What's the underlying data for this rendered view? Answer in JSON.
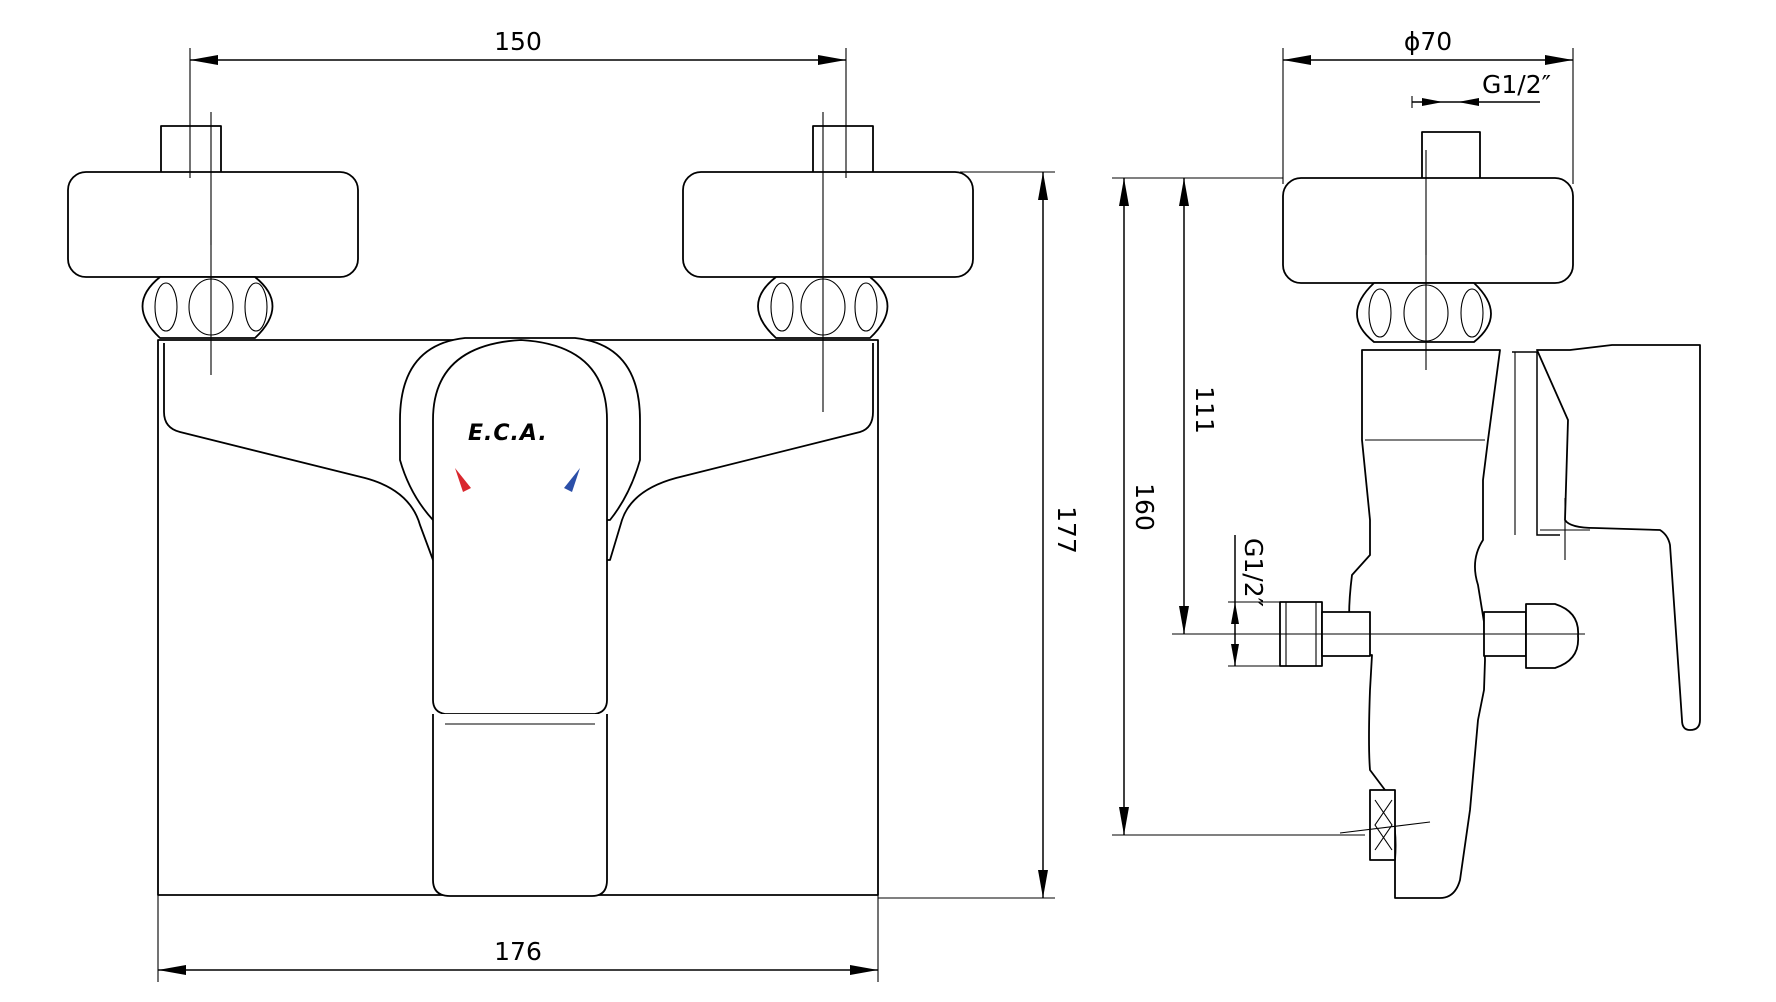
{
  "drawing": {
    "brand": "E.C.A.",
    "colors": {
      "hot": "#d9272e",
      "cold": "#2b4fa8",
      "line": "#000000"
    },
    "front_view": {
      "dims": {
        "inlet_spacing": "150",
        "body_width": "176",
        "overall_height": "177"
      }
    },
    "side_view": {
      "dims": {
        "rosette_diameter": "ϕ70",
        "thread_top": "G1/2″",
        "thread_outlet": "G1/2″",
        "height_to_outlet": "111",
        "overall_height": "160"
      }
    }
  }
}
